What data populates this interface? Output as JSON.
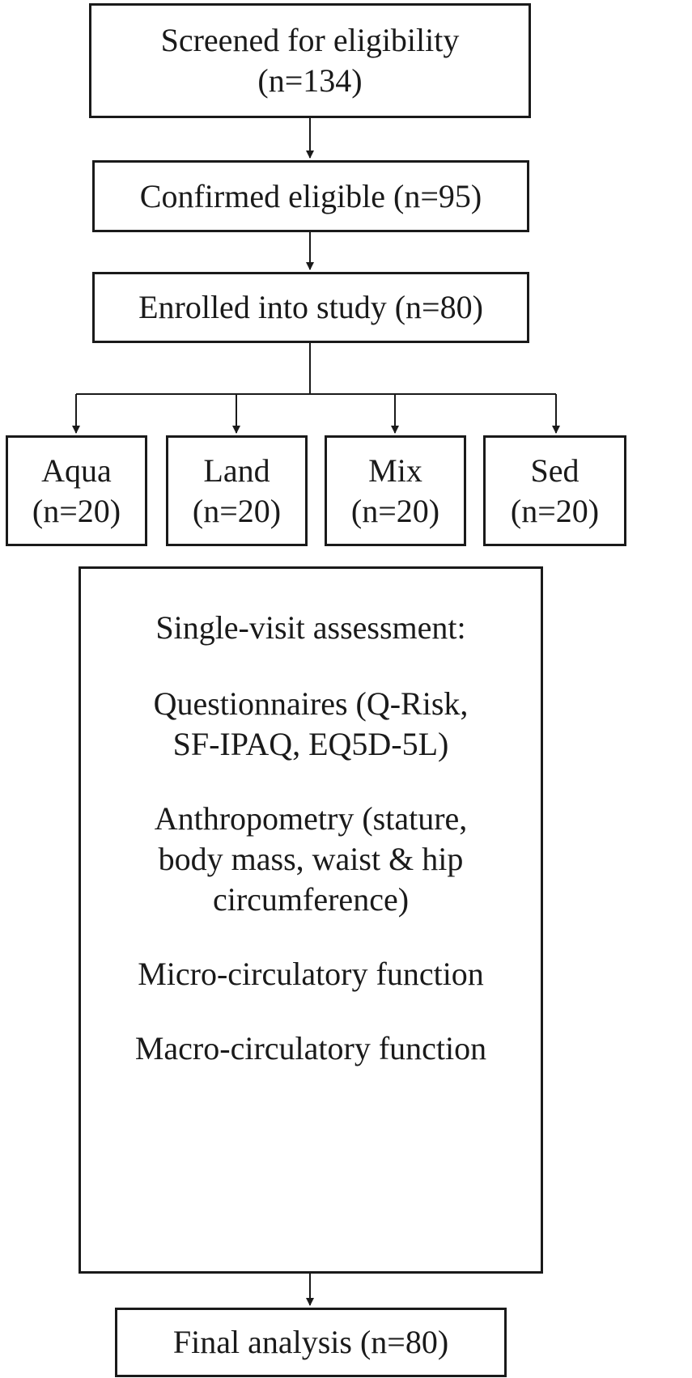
{
  "flowchart": {
    "screened": {
      "title": "Screened for eligibility",
      "count": "(n=134)"
    },
    "confirmed": {
      "label": "Confirmed eligible (n=95)"
    },
    "enrolled": {
      "label": "Enrolled into study (n=80)"
    },
    "groups": [
      {
        "name": "Aqua",
        "count": "(n=20)"
      },
      {
        "name": "Land",
        "count": "(n=20)"
      },
      {
        "name": "Mix",
        "count": "(n=20)"
      },
      {
        "name": "Sed",
        "count": "(n=20)"
      }
    ],
    "assessment": {
      "heading": "Single-visit assessment:",
      "items": [
        "Questionnaires (Q-Risk, SF-IPAQ, EQ5D-5L)",
        "Anthropometry (stature, body mass, waist & hip circumference)",
        "Micro-circulatory function",
        "Macro-circulatory function"
      ]
    },
    "final": {
      "label": "Final analysis (n=80)"
    }
  }
}
